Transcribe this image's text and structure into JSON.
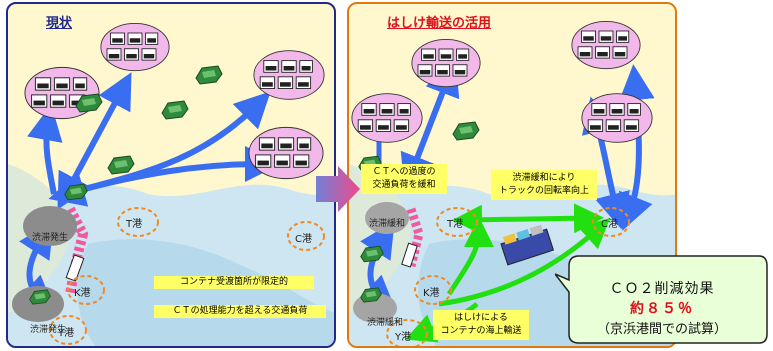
{
  "left_panel": {
    "title": "現状",
    "ports": {
      "t": "T港",
      "c": "C港",
      "k": "K港",
      "y": "Y港"
    },
    "labels": {
      "congestion_1": "渋滞発生",
      "congestion_2": "渋滞発生"
    },
    "boxes": [
      "コンテナ受渡箇所が限定的",
      "ＣＴの処理能力を超える交通負荷"
    ]
  },
  "right_panel": {
    "title": "はしけ輸送の活用",
    "ports": {
      "t": "T港",
      "c": "C港",
      "k": "K港",
      "y": "Y港"
    },
    "labels": {
      "relief_1": "渋滞緩和",
      "relief_2": "渋滞緩和"
    },
    "boxes": {
      "ct_load": [
        "ＣＴへの過度の",
        "交通負荷を緩和"
      ],
      "truck": [
        "渋滞緩和により",
        "トラックの回転率向上"
      ],
      "barge": [
        "はしけによる",
        "コンテナの海上輸送"
      ]
    }
  },
  "callout": {
    "line1": "ＣＯ２削減効果",
    "line2": "約８５％",
    "line3": "（京浜港間での試算）"
  },
  "colors": {
    "left_border": "#1f2a8a",
    "right_border": "#e07a10",
    "left_title": "#1f2a8a",
    "right_title": "#e0101a",
    "truck_arrow": "#3a6ef0",
    "barge_arrow": "#22e010",
    "callout_bg": "#e8ffd8",
    "highlight": "#e0101a"
  }
}
